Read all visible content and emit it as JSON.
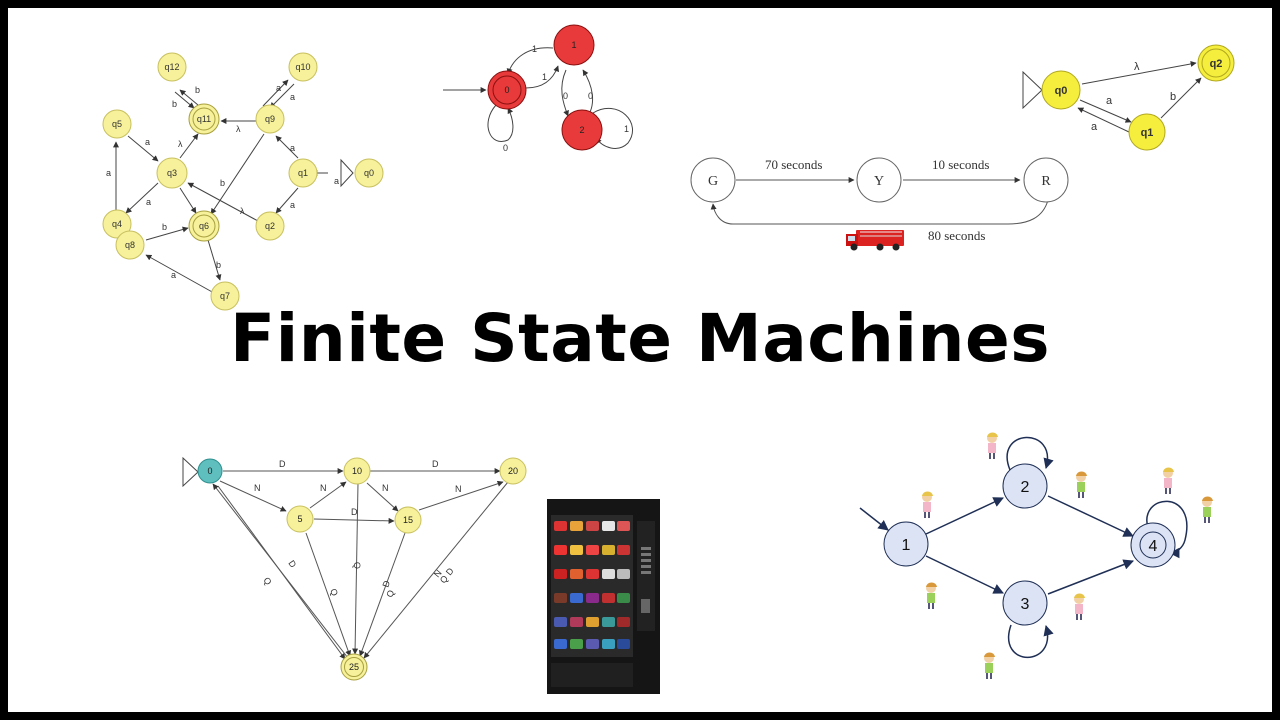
{
  "title": "Finite State Machines",
  "colors": {
    "yellow_state": "#f6f19a",
    "red_state": "#e83a3a",
    "teal_state": "#5fbfbf",
    "blue_state": "#dbe3f5",
    "edge": "#333333",
    "blue_edge": "#1f2f55"
  },
  "nfa_diagram": {
    "states": [
      "q12",
      "q10",
      "q5",
      "q11",
      "q9",
      "q3",
      "q1",
      "q0",
      "q4",
      "q6",
      "q2",
      "q8",
      "q7"
    ],
    "edge_labels": [
      "b",
      "b",
      "a",
      "a",
      "a",
      "λ",
      "λ",
      "a",
      "a",
      "a",
      "b",
      "a",
      "λ",
      "b",
      "a",
      "b",
      "a"
    ]
  },
  "binary_diagram": {
    "states": [
      "0",
      "1",
      "2"
    ],
    "edge_labels": [
      "1",
      "1",
      "0",
      "0",
      "0",
      "1"
    ]
  },
  "simple_nfa": {
    "states": [
      "q0",
      "q1",
      "q2"
    ],
    "edge_labels": [
      "λ",
      "a",
      "a",
      "b"
    ]
  },
  "traffic_light": {
    "states": [
      "G",
      "Y",
      "R"
    ],
    "edge_labels": [
      "70 seconds",
      "10 seconds",
      "80 seconds"
    ]
  },
  "vending_diagram": {
    "states": [
      "0",
      "10",
      "20",
      "5",
      "15",
      "25"
    ],
    "edge_labels": [
      "D",
      "D",
      "N",
      "N",
      "N",
      "D",
      "N",
      "Q",
      "D",
      "Q",
      "Q",
      "D",
      "Q",
      "N",
      "Q",
      "D"
    ]
  },
  "people_diagram": {
    "states": [
      "1",
      "2",
      "3",
      "4"
    ]
  },
  "vending_machine_image": "vending-machine-photo"
}
